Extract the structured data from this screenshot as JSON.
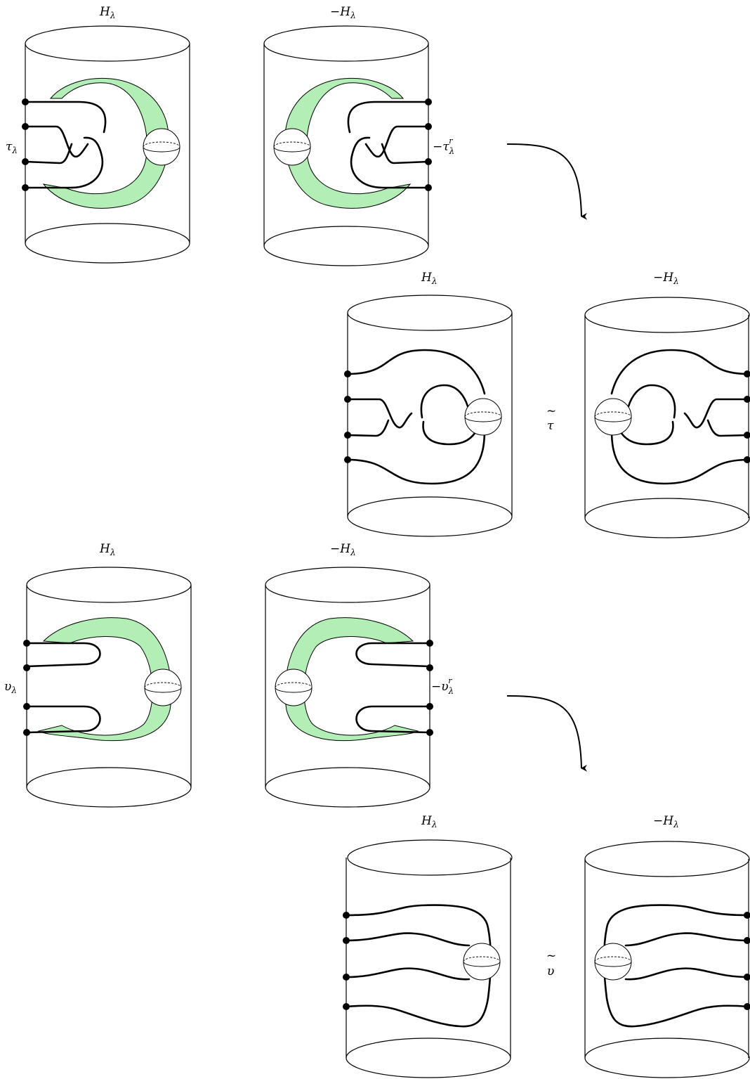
{
  "labels": {
    "h_lambda": "H",
    "minus_h_lambda": "−H",
    "lambda_sub": "λ",
    "tau_lambda": "τ",
    "minus_tau_lambda_r": "−τ",
    "r_sup": "r",
    "tau_tilde": "τ",
    "upsilon_lambda": "υ",
    "minus_upsilon_lambda_r": "−υ",
    "upsilon_tilde": "υ",
    "tilde_mark": "~"
  },
  "colors": {
    "band_fill": "#b2eeb5",
    "stroke": "#000000",
    "background": "#ffffff"
  }
}
